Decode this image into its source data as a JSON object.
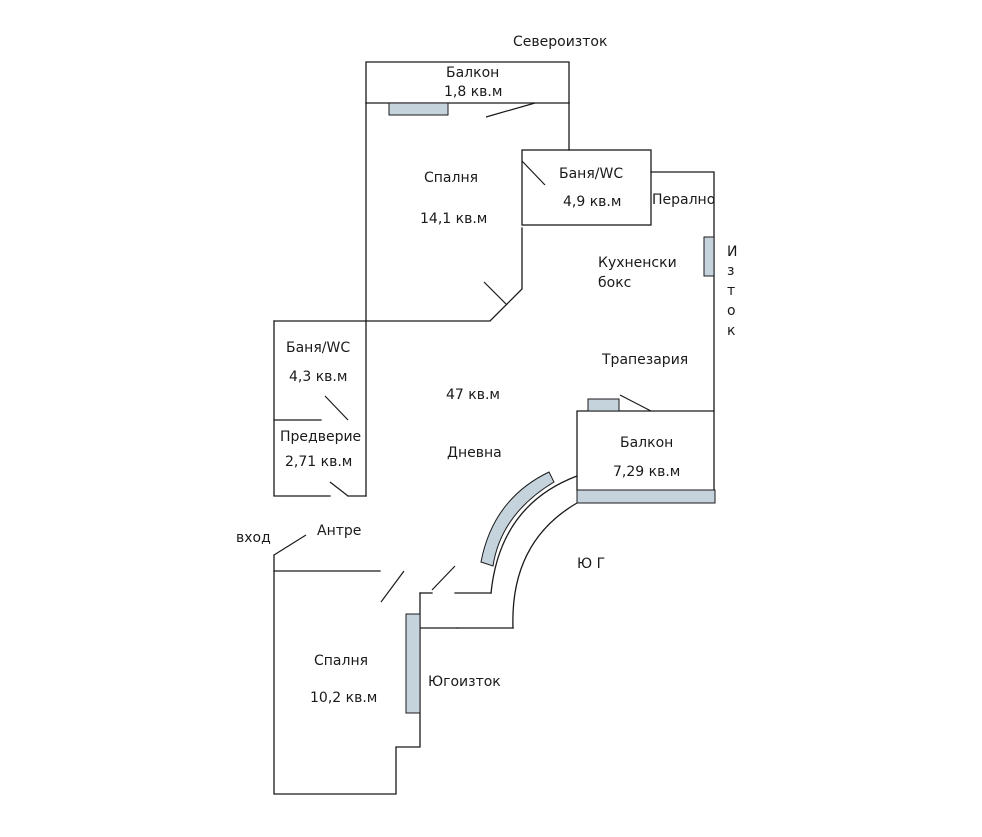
{
  "orientation": {
    "northeast": "Североизток",
    "east_letters": [
      "И",
      "з",
      "т",
      "о",
      "к"
    ],
    "south": "Ю Г",
    "southeast": "Югоизток"
  },
  "rooms": {
    "balcony_north": {
      "name": "Балкон",
      "area": "1,8 кв.м"
    },
    "bedroom_north": {
      "name": "Спалня",
      "area": "14,1 кв.м"
    },
    "bath_north": {
      "name": "Баня/WC",
      "area": "4,9 кв.м"
    },
    "laundry": {
      "name": "Перално"
    },
    "kitchenette": {
      "line1": "Кухненски",
      "line2": "бокс"
    },
    "dining": {
      "name": "Трапезария"
    },
    "bath_west": {
      "name": "Баня/WC",
      "area": "4,3 кв.м"
    },
    "living": {
      "area": "47 кв.м",
      "name": "Дневна"
    },
    "vestibule": {
      "name": "Предверие",
      "area": "2,71 кв.м"
    },
    "balcony_east": {
      "name": "Балкон",
      "area": "7,29 кв.м"
    },
    "entrance": {
      "name": "вход"
    },
    "hall": {
      "name": "Антре"
    },
    "bedroom_south": {
      "name": "Спалня",
      "area": "10,2 кв.м"
    }
  },
  "colors": {
    "wall": "#1a1a1a",
    "window": "#c5d3dd"
  }
}
